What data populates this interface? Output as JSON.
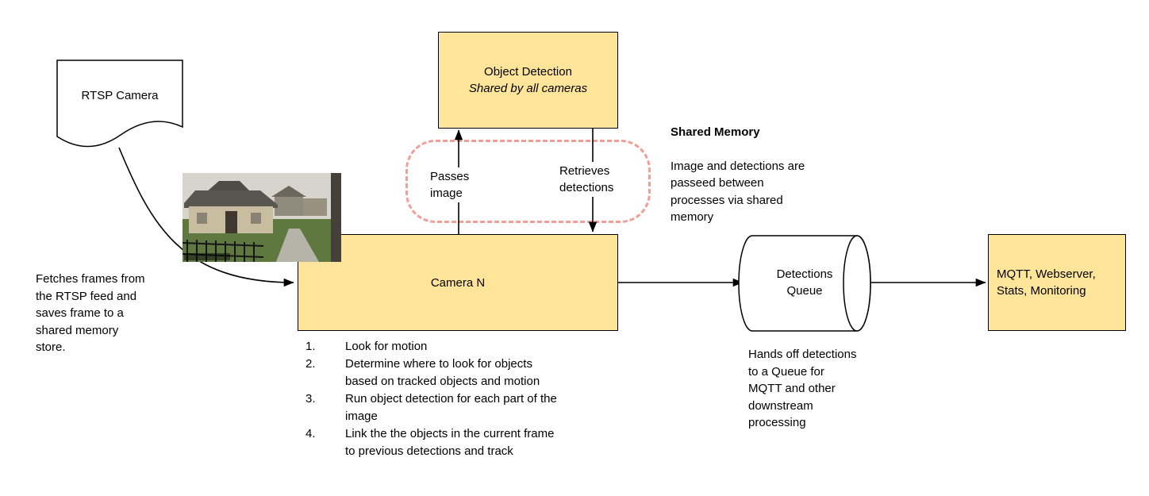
{
  "diagram": {
    "nodes": {
      "rtsp_camera": {
        "label": "RTSP Camera"
      },
      "object_detection": {
        "title": "Object Detection",
        "subtitle": "Shared by all cameras"
      },
      "camera_n": {
        "label": "Camera N"
      },
      "detections_queue": {
        "label": "Detections\nQueue"
      },
      "outputs": {
        "label": "MQTT, Webserver,\nStats, Monitoring"
      }
    },
    "edges": {
      "passes_image": {
        "label": "Passes\nimage"
      },
      "retrieves_detections": {
        "label": "Retrieves\ndetections"
      }
    },
    "annotations": {
      "shared_memory": {
        "title": "Shared Memory",
        "body": "Image and detections are\npasseed between\nprocesses via shared\nmemory"
      },
      "fetch_note": "Fetches frames from\nthe RTSP feed and\nsaves frame to a\nshared memory\nstore.",
      "queue_note": "Hands off detections\nto a Queue for\nMQTT and other\ndownstream\nprocessing"
    },
    "camera_steps": [
      "Look for motion",
      "Determine where to look for objects\nbased on tracked objects and motion",
      "Run object detection for each part of the\nimage",
      "Link the the objects in the current frame\nto previous detections and track"
    ],
    "colors": {
      "node_fill": "#ffe599",
      "node_border": "#000000",
      "shared_memory_dash": "#f19e96",
      "arrow": "#000000",
      "background": "#ffffff"
    }
  }
}
